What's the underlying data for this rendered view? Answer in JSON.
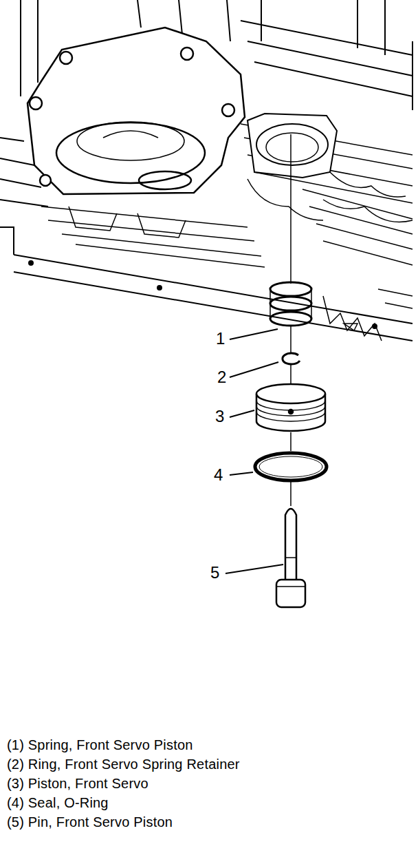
{
  "diagram": {
    "labels": [
      "1",
      "2",
      "3",
      "4",
      "5",
      "(1) Spring, Front Servo Piston",
      "(2) Ring, Front Servo Spring Retainer",
      "(3) Piston, Front Servo",
      "(4) Seal, O-Ring",
      "(5) Pin, Front Servo Piston"
    ]
  }
}
